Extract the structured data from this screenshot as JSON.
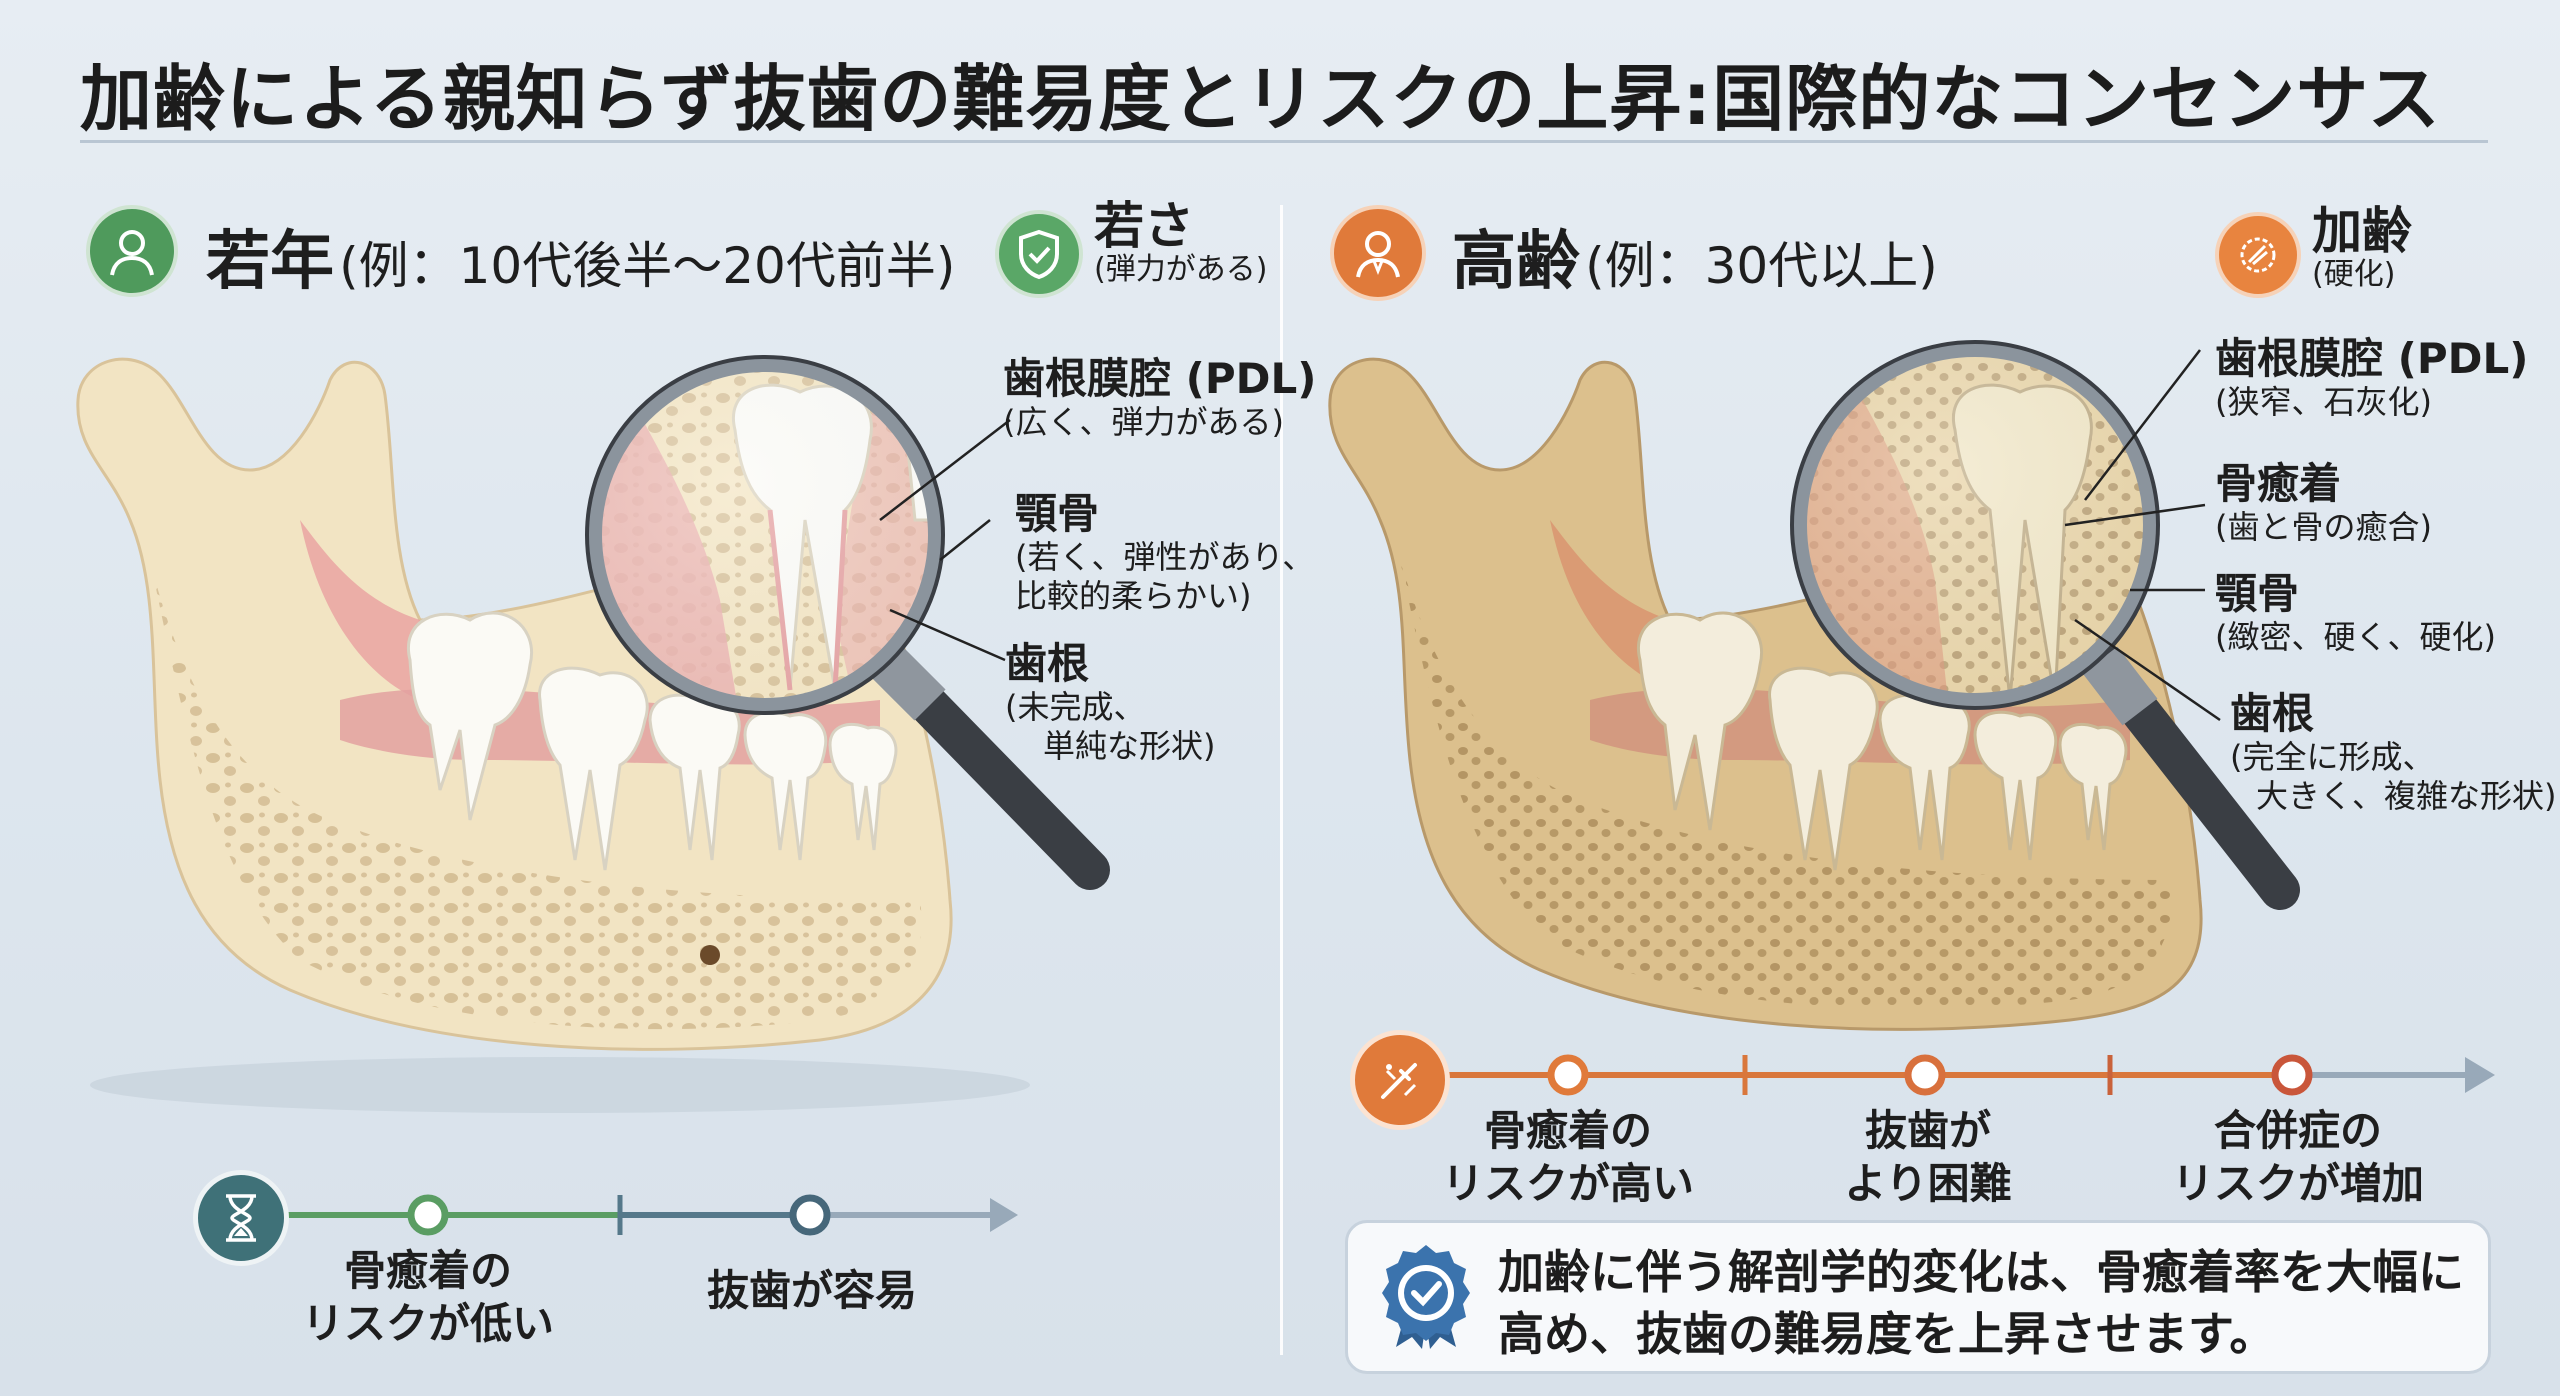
{
  "title": "加齢による親知らず抜歯の難易度とリスクの上昇:国際的なコンセンサス",
  "colors": {
    "young_accent": "#4f9a5c",
    "old_accent": "#e07a3a",
    "bone_young": "#f0e2c0",
    "bone_old": "#dcbf8c"
  },
  "left": {
    "age_title": "若年",
    "age_detail": "(例：10代後半〜20代前半)",
    "badge_title": "若さ",
    "badge_sub": "(弾力がある)",
    "labels": [
      {
        "title": "歯根膜腔 (PDL)",
        "lines": [
          "(広く、弾力がある)"
        ]
      },
      {
        "title": "顎骨",
        "lines": [
          "(若く、弾性があり、",
          "比較的柔らかい)"
        ]
      },
      {
        "title": "歯根",
        "lines": [
          "(未完成、",
          "単純な形状)"
        ]
      }
    ],
    "scale": {
      "icon": "hourglass-icon",
      "items": [
        "骨癒着の\nリスクが低い",
        "抜歯が容易"
      ]
    }
  },
  "right": {
    "age_title": "高齢",
    "age_detail": "(例：30代以上)",
    "badge_title": "加齢",
    "badge_sub": "(硬化)",
    "labels": [
      {
        "title": "歯根膜腔 (PDL)",
        "lines": [
          "(狭窄、石灰化)"
        ]
      },
      {
        "title": "骨癒着",
        "lines": [
          "(歯と骨の癒合)"
        ]
      },
      {
        "title": "顎骨",
        "lines": [
          "(緻密、硬く、硬化)"
        ]
      },
      {
        "title": "歯根",
        "lines": [
          "(完全に形成、",
          "大きく、複雑な形状)"
        ]
      }
    ],
    "scale": {
      "icon": "tools-icon",
      "items": [
        "骨癒着の\nリスクが高い",
        "抜歯が\nより困難",
        "合併症の\nリスクが増加"
      ]
    }
  },
  "summary": {
    "icon": "certified-badge-icon",
    "lines": [
      "加齢に伴う解剖学的変化は、骨癒着率を大幅に",
      "高め、抜歯の難易度を上昇させます。"
    ]
  }
}
